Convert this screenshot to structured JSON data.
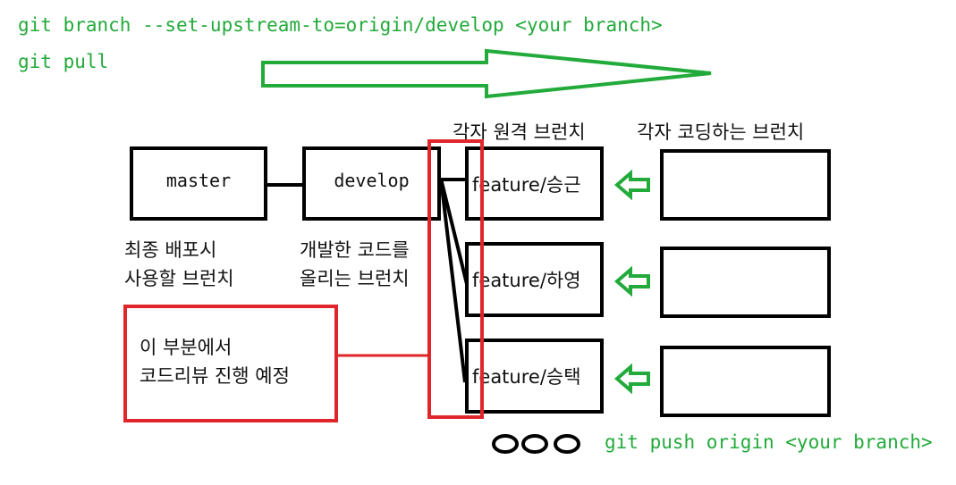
{
  "commands": {
    "set_upstream": "git branch --set-upstream-to=origin/develop <your branch>",
    "pull": "git pull",
    "push": "git push origin <your branch>"
  },
  "headers": {
    "remote_branches": "각자 원격 브런치",
    "coding_branches": "각자 코딩하는 브런치"
  },
  "branches": {
    "master": "master",
    "develop": "develop",
    "features": [
      "feature/승근",
      "feature/하영",
      "feature/승택"
    ]
  },
  "descriptions": {
    "master_line1": "최종 배포시",
    "master_line2": "사용할 브런치",
    "develop_line1": "개발한 코드를",
    "develop_line2": "올리는 브런치"
  },
  "review_note": {
    "line1": "이 부분에서",
    "line2": "코드리뷰 진행 예정"
  },
  "colors": {
    "green": "#22aa3a",
    "red": "#e0262b",
    "black": "#000000"
  },
  "icons": [
    "right-arrow-icon",
    "left-arrow-icon",
    "ellipsis-circles-icon"
  ]
}
